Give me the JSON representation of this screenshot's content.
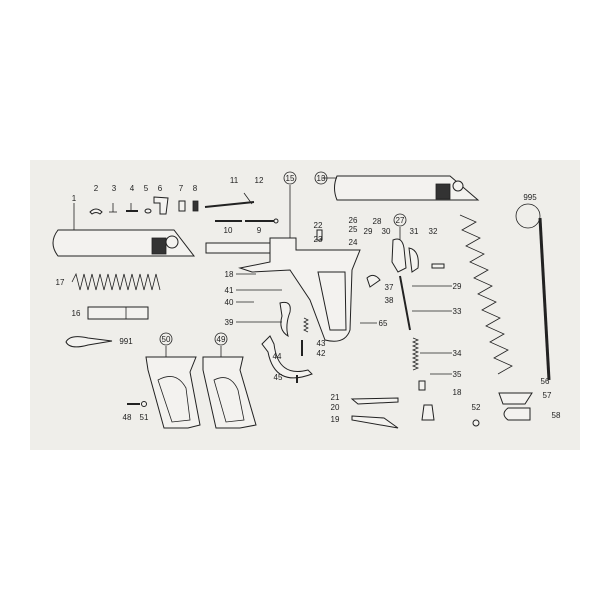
{
  "diagram": {
    "type": "exploded parts diagram",
    "labels": [
      "1",
      "2",
      "3",
      "4",
      "5",
      "6",
      "7",
      "8",
      "9",
      "10",
      "11",
      "12",
      "13",
      "15",
      "16",
      "17",
      "18",
      "19",
      "20",
      "21",
      "22",
      "23",
      "24",
      "25",
      "26",
      "27",
      "28",
      "29",
      "30",
      "31",
      "32",
      "33",
      "34",
      "35",
      "37",
      "38",
      "39",
      "40",
      "41",
      "42",
      "43",
      "44",
      "45",
      "48",
      "49",
      "50",
      "51",
      "52",
      "56",
      "57",
      "58",
      "65",
      "991",
      "995"
    ],
    "circled": [
      "13",
      "15",
      "27",
      "49",
      "50"
    ],
    "colors": {
      "paper": "#efeeea",
      "ink": "#222222"
    }
  }
}
